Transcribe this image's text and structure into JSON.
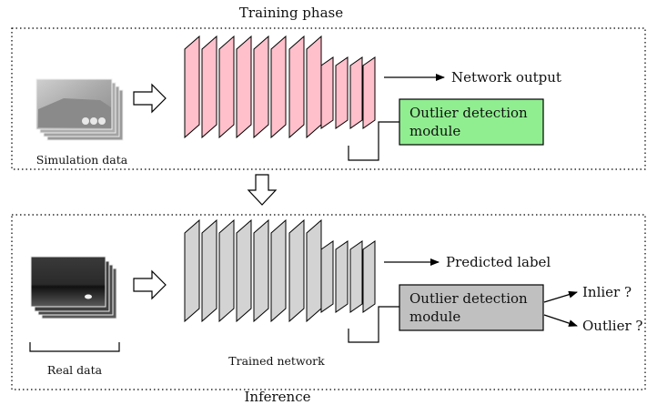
{
  "training": {
    "title": "Training phase",
    "input_caption": "Simulation data",
    "output_label": "Network output",
    "module_line1": "Outlier detection",
    "module_line2": "module",
    "layer_color": "#ffc0cb",
    "module_color": "#90ee90"
  },
  "inference": {
    "title": "Inference",
    "input_caption": "Real data",
    "network_caption": "Trained network",
    "output_label": "Predicted label",
    "module_line1": "Outlier detection",
    "module_line2": "module",
    "inlier_label": "Inlier ?",
    "outlier_label": "Outlier ?",
    "layer_color": "#d3d3d3",
    "module_color": "#c0c0c0"
  }
}
